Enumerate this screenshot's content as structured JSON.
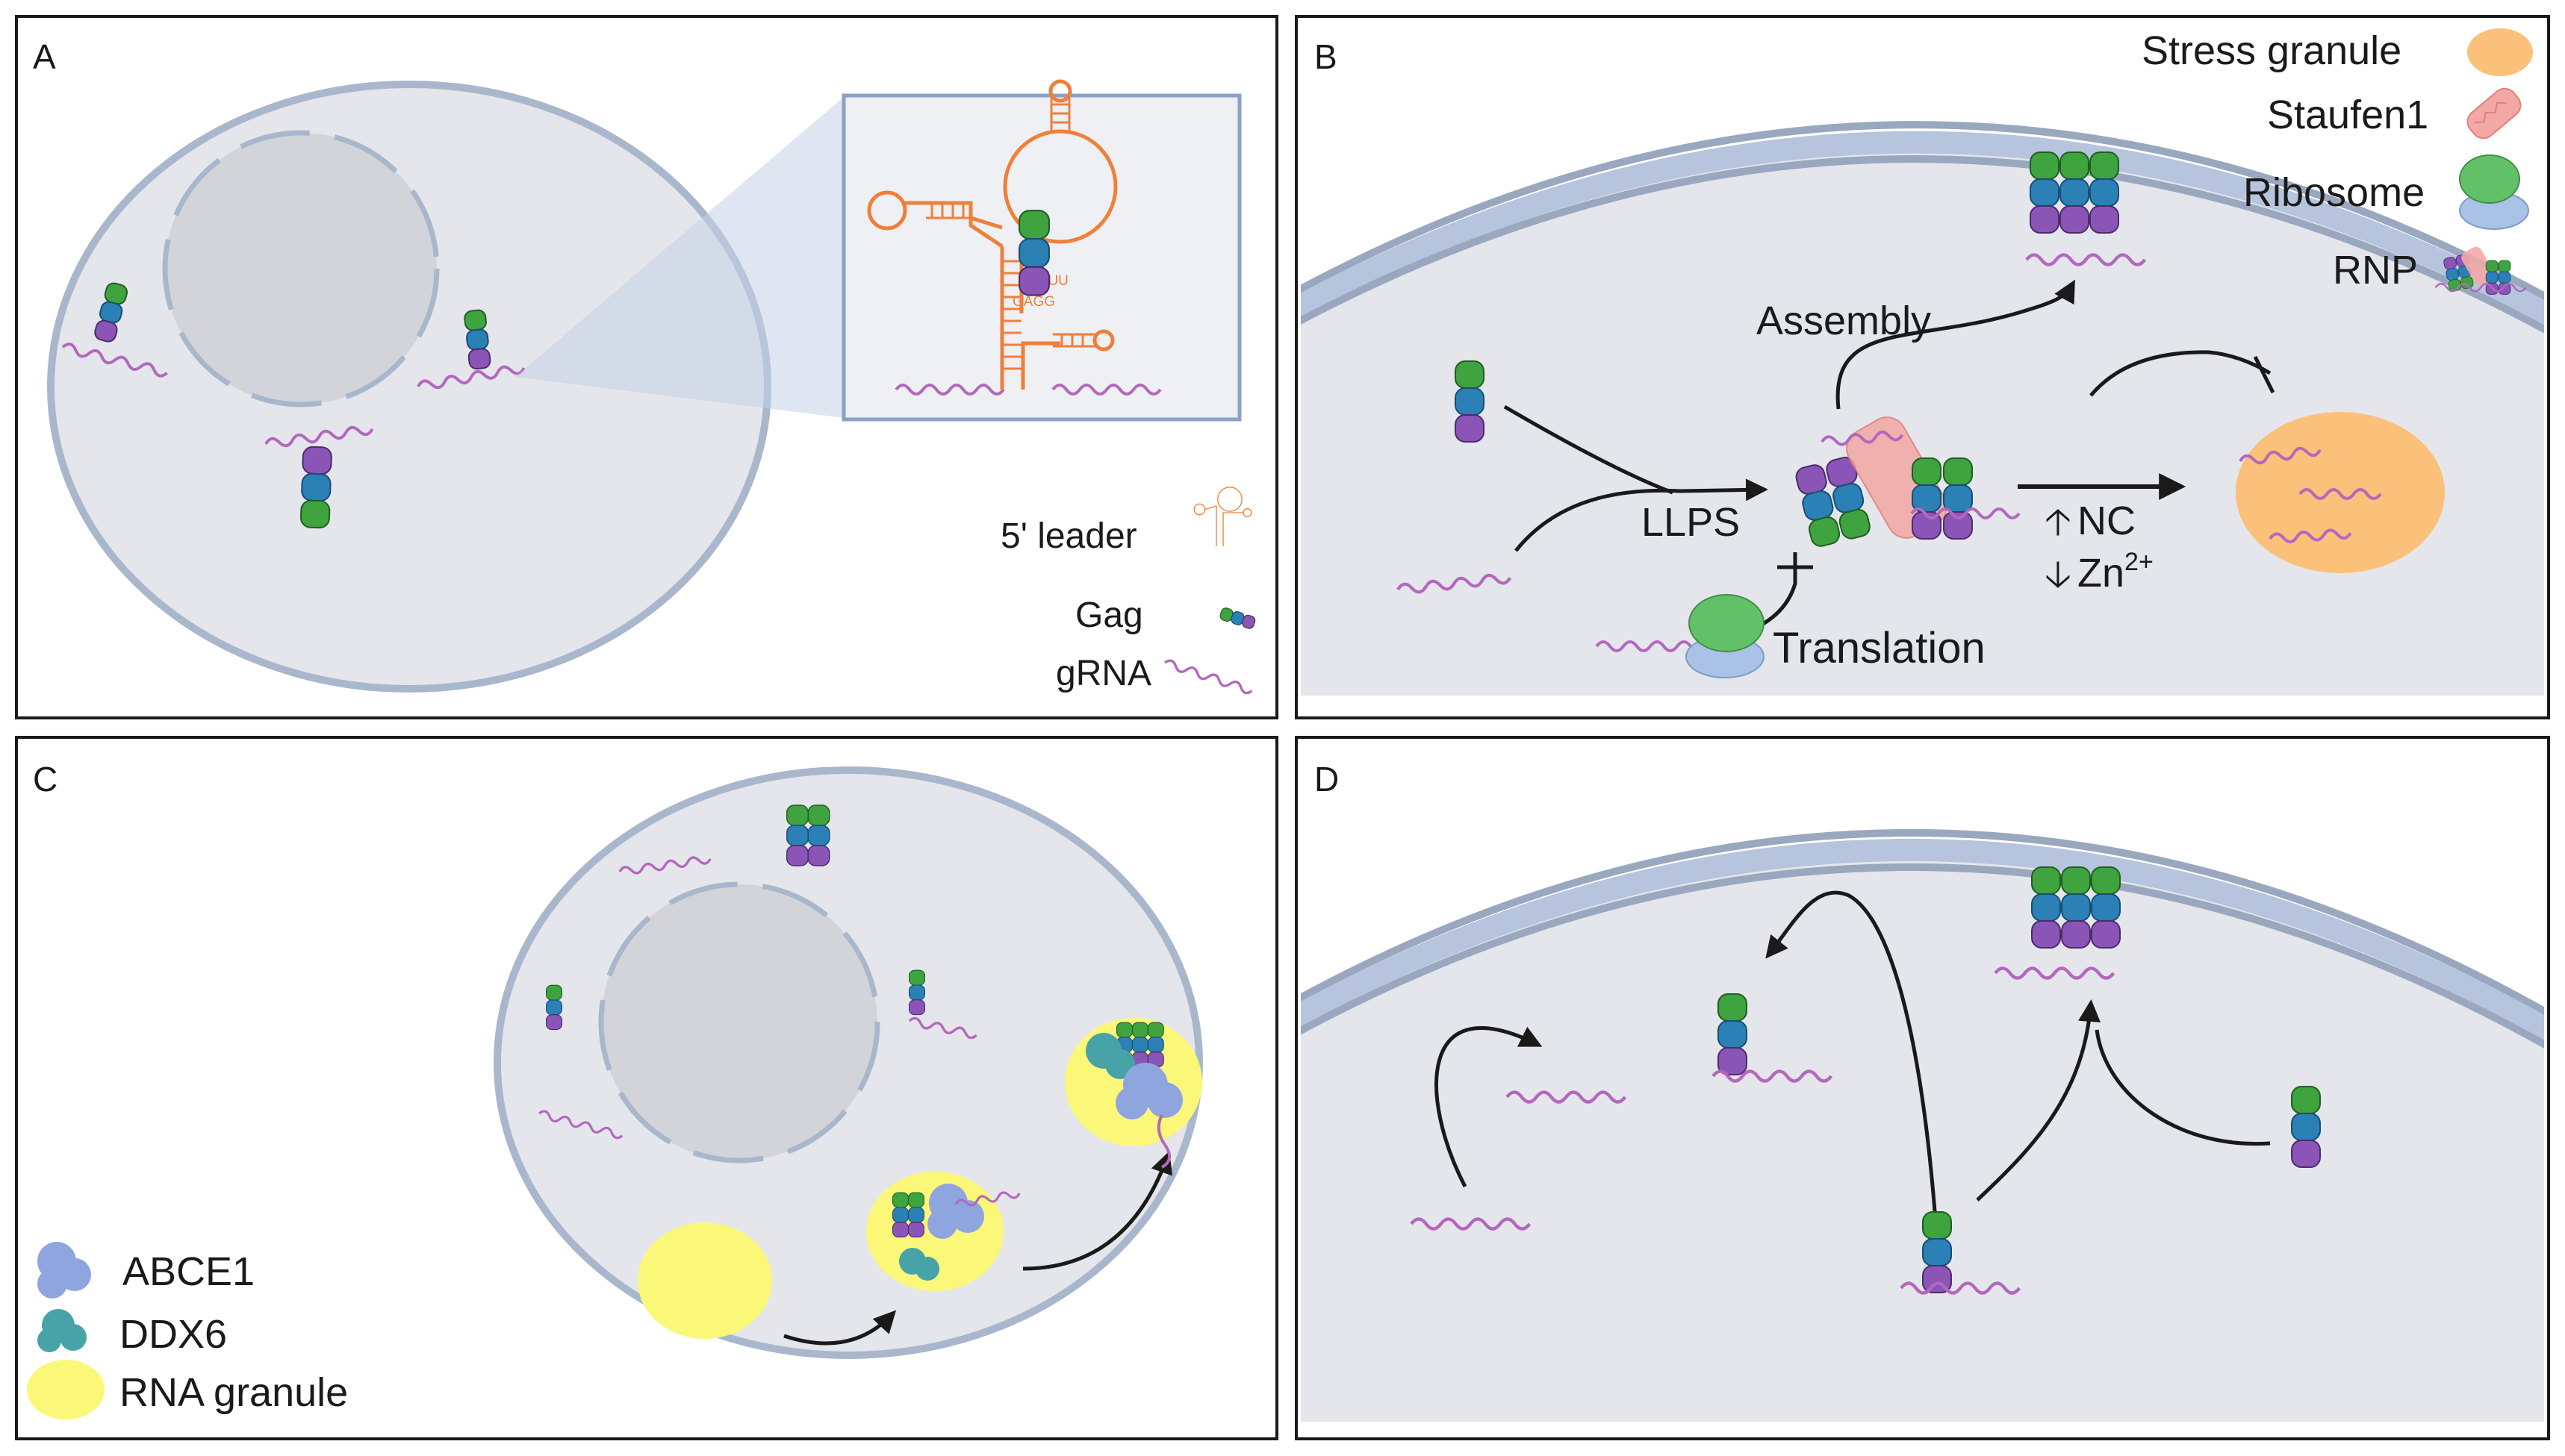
{
  "colors": {
    "gag_green": "#3fa340",
    "gag_blue": "#2b80b5",
    "gag_purple": "#8b55b7",
    "rna": "#b368bd",
    "leader": "#f07f3a",
    "stress_granule": "#fbc079",
    "staufen": "#f2a9a6",
    "ribosome_large": "#62c069",
    "ribosome_small": "#a9c2e6",
    "abce1": "#8fa5df",
    "ddx6": "#47a3a8",
    "rna_granule": "#fbf778",
    "cell_fill": "#e4e6eb",
    "cell_edge": "#a9b7cc",
    "nucleus_fill": "#d2d4d9",
    "membrane": "#b7c4de"
  },
  "icons": {
    "gag": "gag-protein-icon",
    "grna": "rna-strand-icon",
    "leader": "rna-stem-loop-icon",
    "staufen": "staufen-protein-icon",
    "ribosome": "ribosome-icon",
    "abce1": "abce1-protein-icon",
    "ddx6": "ddx6-protein-icon"
  },
  "panels": {
    "a": {
      "letter": "A",
      "inset_seq_top": "UUUU",
      "inset_seq_bottom": "GAGG",
      "legend": {
        "leader": "5' leader",
        "gag": "Gag",
        "grna": "gRNA"
      }
    },
    "b": {
      "letter": "B",
      "assembly": "Assembly",
      "llps": "LLPS",
      "translation": "Translation",
      "nc": "NC",
      "zn": "Zn",
      "zn_sup": "2+",
      "up_arrow": "🡡",
      "down_arrow": "🡣",
      "legend": {
        "stress_granule": "Stress granule",
        "staufen": "Staufen1",
        "ribosome": "Ribosome",
        "rnp": "RNP"
      }
    },
    "c": {
      "letter": "C",
      "legend": {
        "abce1": "ABCE1",
        "ddx6": "DDX6",
        "rna_granule": "RNA granule"
      }
    },
    "d": {
      "letter": "D"
    }
  }
}
